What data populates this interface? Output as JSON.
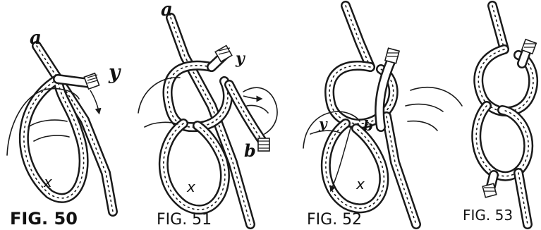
{
  "figures": [
    {
      "caption": "FIG. 50",
      "labels": {
        "a": "a",
        "y": "y",
        "x": "x"
      }
    },
    {
      "caption": "FIG. 51",
      "labels": {
        "a": "a",
        "y": "y",
        "b": "b",
        "x": "x"
      }
    },
    {
      "caption": "FIG. 52",
      "labels": {
        "y": "y",
        "b": "b",
        "x": "x"
      }
    },
    {
      "caption": "FIG. 53"
    }
  ]
}
